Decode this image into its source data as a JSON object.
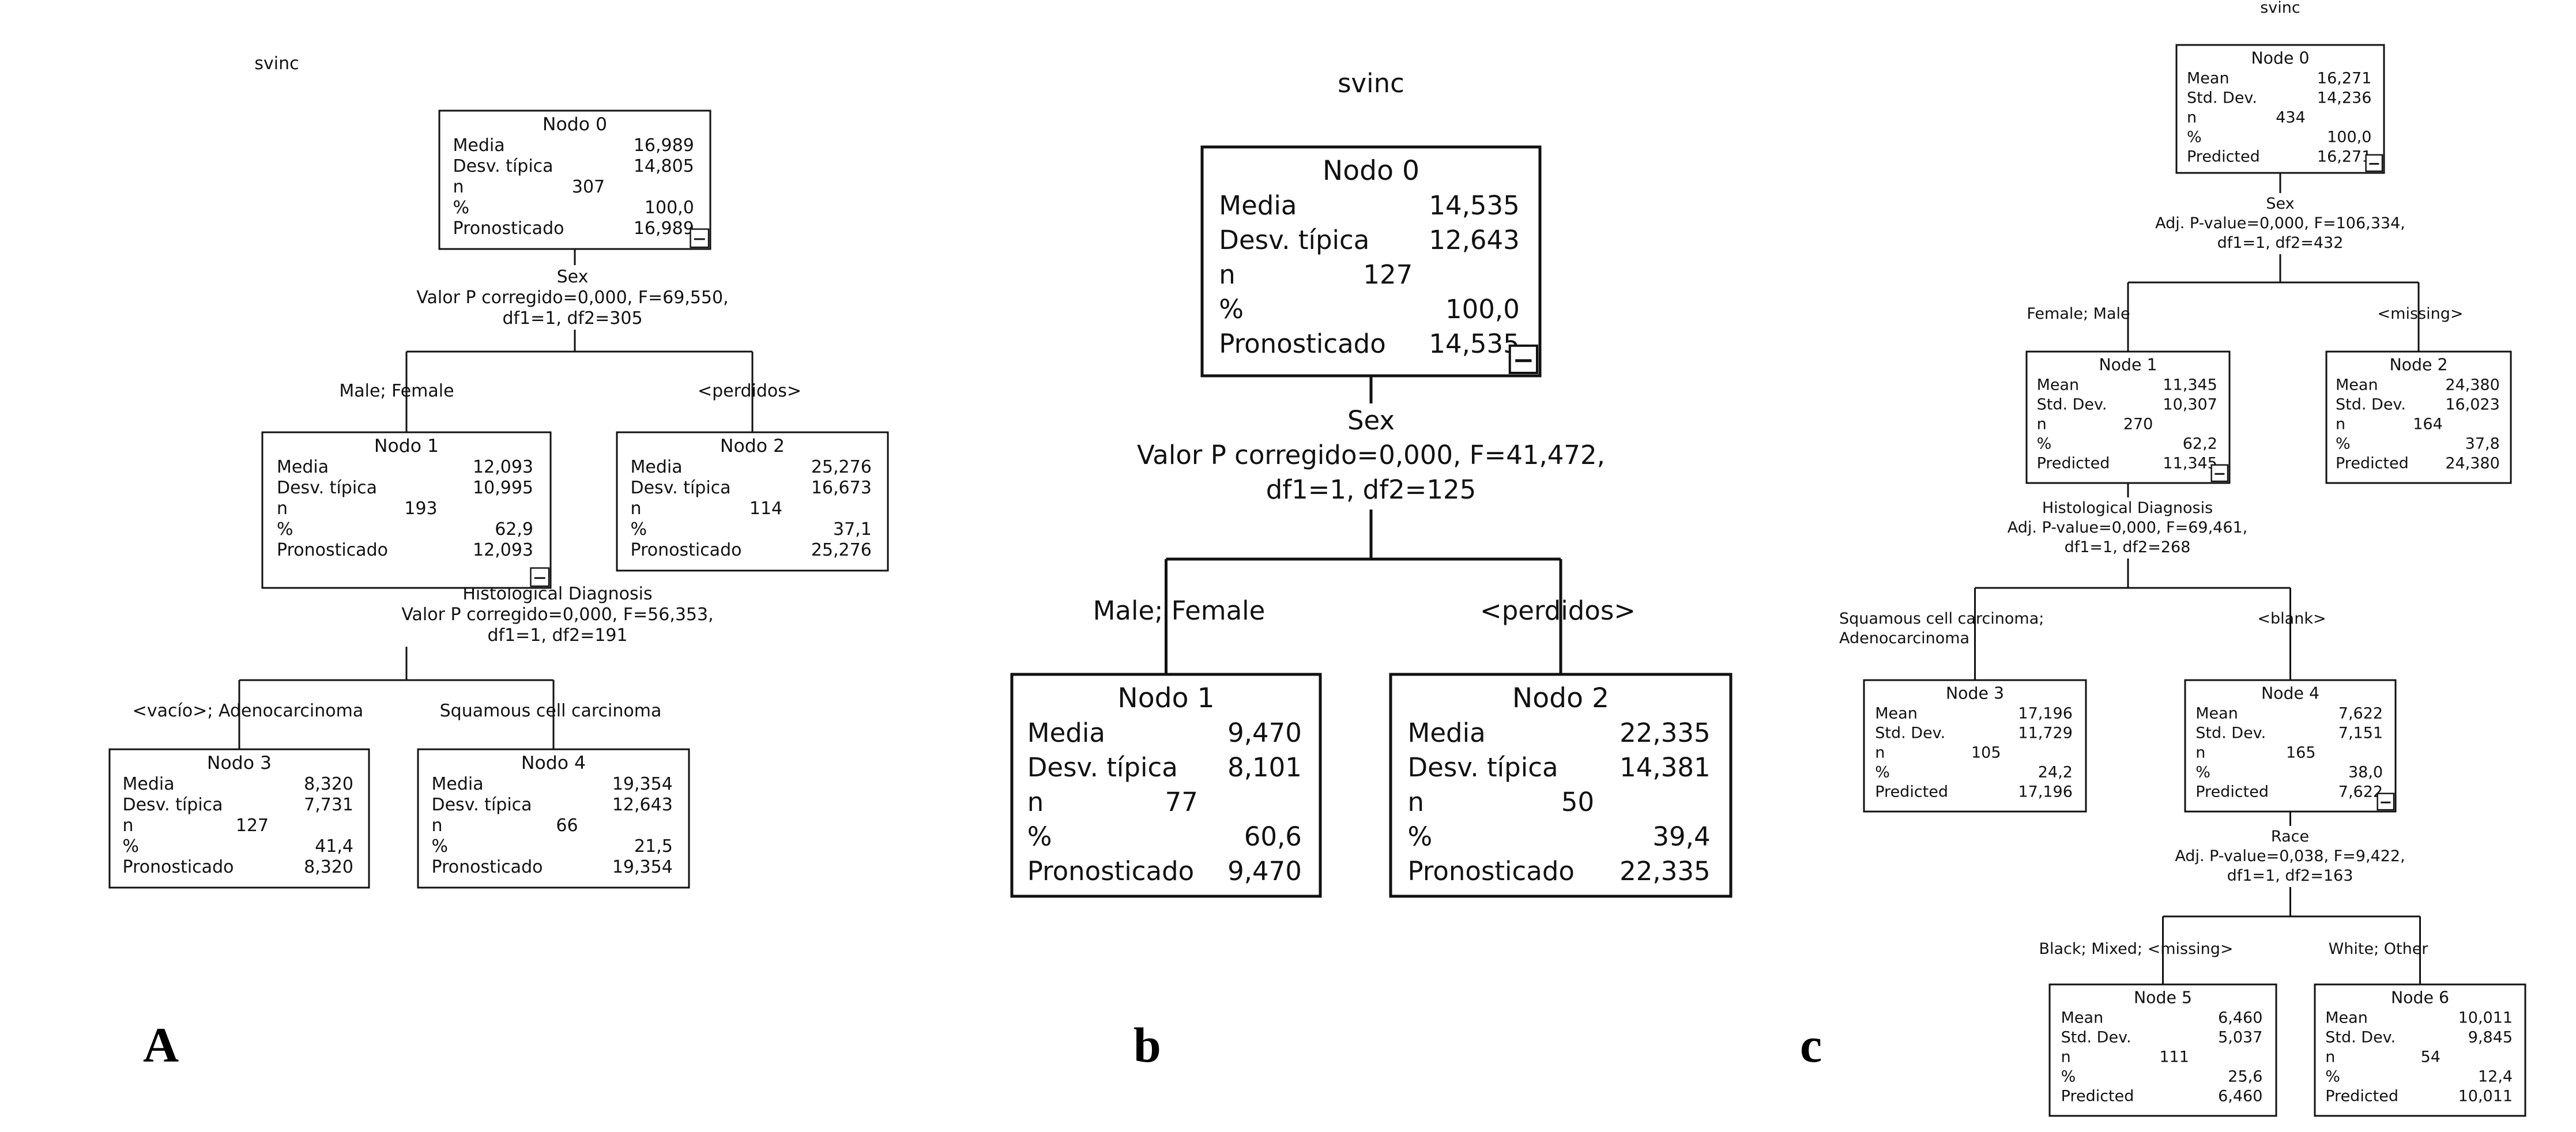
{
  "colors": {
    "line": "#111111",
    "background": "#ffffff",
    "text": "#111111"
  },
  "panels": [
    {
      "letter": "A",
      "root_label": "svinc",
      "nodes": [
        {
          "title": "Nodo 0",
          "rows": [
            {
              "label": "Media",
              "value": "16,989"
            },
            {
              "label": "Desv. típica",
              "value": "14,805"
            },
            {
              "label": "n",
              "value": "307"
            },
            {
              "label": "%",
              "value": "100,0"
            },
            {
              "label": "Pronosticado",
              "value": "16,989"
            }
          ]
        },
        {
          "title": "Nodo 1",
          "rows": [
            {
              "label": "Media",
              "value": "12,093"
            },
            {
              "label": "Desv. típica",
              "value": "10,995"
            },
            {
              "label": "n",
              "value": "193"
            },
            {
              "label": "%",
              "value": "62,9"
            },
            {
              "label": "Pronosticado",
              "value": "12,093"
            }
          ]
        },
        {
          "title": "Nodo 2",
          "rows": [
            {
              "label": "Media",
              "value": "25,276"
            },
            {
              "label": "Desv. típica",
              "value": "16,673"
            },
            {
              "label": "n",
              "value": "114"
            },
            {
              "label": "%",
              "value": "37,1"
            },
            {
              "label": "Pronosticado",
              "value": "25,276"
            }
          ]
        },
        {
          "title": "Nodo 3",
          "rows": [
            {
              "label": "Media",
              "value": "8,320"
            },
            {
              "label": "Desv. típica",
              "value": "7,731"
            },
            {
              "label": "n",
              "value": "127"
            },
            {
              "label": "%",
              "value": "41,4"
            },
            {
              "label": "Pronosticado",
              "value": "8,320"
            }
          ]
        },
        {
          "title": "Nodo 4",
          "rows": [
            {
              "label": "Media",
              "value": "19,354"
            },
            {
              "label": "Desv. típica",
              "value": "12,643"
            },
            {
              "label": "n",
              "value": "66"
            },
            {
              "label": "%",
              "value": "21,5"
            },
            {
              "label": "Pronosticado",
              "value": "19,354"
            }
          ]
        }
      ],
      "splits": [
        {
          "lines": [
            "Sex",
            "Valor P corregido=0,000, F=69,550,",
            "df1=1, df2=305"
          ]
        },
        {
          "lines": [
            "Histological Diagnosis",
            "Valor P corregido=0,000, F=56,353,",
            "df1=1, df2=191"
          ]
        }
      ],
      "branches": [
        [
          "Male; Female"
        ],
        [
          "<perdidos>"
        ],
        [
          "<vacío>; Adenocarcinoma"
        ],
        [
          "Squamous cell carcinoma"
        ]
      ]
    },
    {
      "letter": "b",
      "root_label": "svinc",
      "nodes": [
        {
          "title": "Nodo 0",
          "rows": [
            {
              "label": "Media",
              "value": "14,535"
            },
            {
              "label": "Desv. típica",
              "value": "12,643"
            },
            {
              "label": "n",
              "value": "127"
            },
            {
              "label": "%",
              "value": "100,0"
            },
            {
              "label": "Pronosticado",
              "value": "14,535"
            }
          ]
        },
        {
          "title": "Nodo 1",
          "rows": [
            {
              "label": "Media",
              "value": "9,470"
            },
            {
              "label": "Desv. típica",
              "value": "8,101"
            },
            {
              "label": "n",
              "value": "77"
            },
            {
              "label": "%",
              "value": "60,6"
            },
            {
              "label": "Pronosticado",
              "value": "9,470"
            }
          ]
        },
        {
          "title": "Nodo 2",
          "rows": [
            {
              "label": "Media",
              "value": "22,335"
            },
            {
              "label": "Desv. típica",
              "value": "14,381"
            },
            {
              "label": "n",
              "value": "50"
            },
            {
              "label": "%",
              "value": "39,4"
            },
            {
              "label": "Pronosticado",
              "value": "22,335"
            }
          ]
        }
      ],
      "splits": [
        {
          "lines": [
            "Sex",
            "Valor P corregido=0,000, F=41,472,",
            "df1=1, df2=125"
          ]
        }
      ],
      "branches": [
        [
          "Male; Female"
        ],
        [
          "<perdidos>"
        ]
      ]
    },
    {
      "letter": "c",
      "root_label": "svinc",
      "nodes": [
        {
          "title": "Node 0",
          "rows": [
            {
              "label": "Mean",
              "value": "16,271"
            },
            {
              "label": "Std. Dev.",
              "value": "14,236"
            },
            {
              "label": "n",
              "value": "434"
            },
            {
              "label": "%",
              "value": "100,0"
            },
            {
              "label": "Predicted",
              "value": "16,271"
            }
          ]
        },
        {
          "title": "Node 1",
          "rows": [
            {
              "label": "Mean",
              "value": "11,345"
            },
            {
              "label": "Std. Dev.",
              "value": "10,307"
            },
            {
              "label": "n",
              "value": "270"
            },
            {
              "label": "%",
              "value": "62,2"
            },
            {
              "label": "Predicted",
              "value": "11,345"
            }
          ]
        },
        {
          "title": "Node 2",
          "rows": [
            {
              "label": "Mean",
              "value": "24,380"
            },
            {
              "label": "Std. Dev.",
              "value": "16,023"
            },
            {
              "label": "n",
              "value": "164"
            },
            {
              "label": "%",
              "value": "37,8"
            },
            {
              "label": "Predicted",
              "value": "24,380"
            }
          ]
        },
        {
          "title": "Node 3",
          "rows": [
            {
              "label": "Mean",
              "value": "17,196"
            },
            {
              "label": "Std. Dev.",
              "value": "11,729"
            },
            {
              "label": "n",
              "value": "105"
            },
            {
              "label": "%",
              "value": "24,2"
            },
            {
              "label": "Predicted",
              "value": "17,196"
            }
          ]
        },
        {
          "title": "Node 4",
          "rows": [
            {
              "label": "Mean",
              "value": "7,622"
            },
            {
              "label": "Std. Dev.",
              "value": "7,151"
            },
            {
              "label": "n",
              "value": "165"
            },
            {
              "label": "%",
              "value": "38,0"
            },
            {
              "label": "Predicted",
              "value": "7,622"
            }
          ]
        },
        {
          "title": "Node 5",
          "rows": [
            {
              "label": "Mean",
              "value": "6,460"
            },
            {
              "label": "Std. Dev.",
              "value": "5,037"
            },
            {
              "label": "n",
              "value": "111"
            },
            {
              "label": "%",
              "value": "25,6"
            },
            {
              "label": "Predicted",
              "value": "6,460"
            }
          ]
        },
        {
          "title": "Node 6",
          "rows": [
            {
              "label": "Mean",
              "value": "10,011"
            },
            {
              "label": "Std. Dev.",
              "value": "9,845"
            },
            {
              "label": "n",
              "value": "54"
            },
            {
              "label": "%",
              "value": "12,4"
            },
            {
              "label": "Predicted",
              "value": "10,011"
            }
          ]
        }
      ],
      "splits": [
        {
          "lines": [
            "Sex",
            "Adj. P-value=0,000, F=106,334,",
            "df1=1, df2=432"
          ]
        },
        {
          "lines": [
            "Histological Diagnosis",
            "Adj. P-value=0,000, F=69,461,",
            "df1=1, df2=268"
          ]
        },
        {
          "lines": [
            "Race",
            "Adj. P-value=0,038, F=9,422,",
            "df1=1, df2=163"
          ]
        }
      ],
      "branches": [
        [
          "Female; Male"
        ],
        [
          "<missing>"
        ],
        [
          "Squamous cell carcinoma;",
          "Adenocarcinoma"
        ],
        [
          "<blank>"
        ],
        [
          "Black; Mixed;  <missing>"
        ],
        [
          "White; Other"
        ]
      ]
    }
  ]
}
